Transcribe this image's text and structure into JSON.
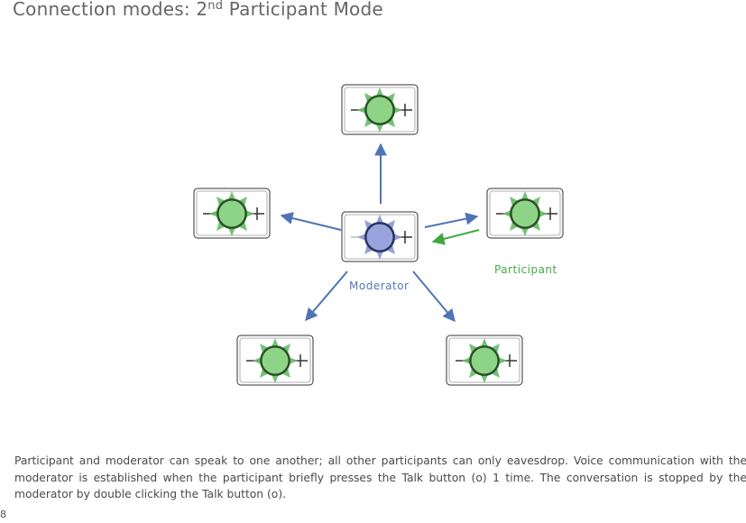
{
  "page": {
    "title_prefix": "Connection modes: 2",
    "title_sup": "nd",
    "title_suffix": " Participant Mode",
    "page_number": "8"
  },
  "diagram": {
    "moderator_label": "Moderator",
    "participant_label": "Participant",
    "colors": {
      "moderator_arrow": "#4f74b6",
      "participant_arrow": "#3fa83f",
      "green_led": "#8ed486",
      "green_star": "#66bb66",
      "blue_led": "#9aa4dc",
      "blue_star": "#8a96d0"
    }
  },
  "caption": "Participant and moderator can speak to one another; all other participants can only eavesdrop. Voice communication with the moderator is established when the participant briefly presses the Talk button (o) 1 time. The conversation is stopped by the moderator by double clicking the Talk button (o)."
}
